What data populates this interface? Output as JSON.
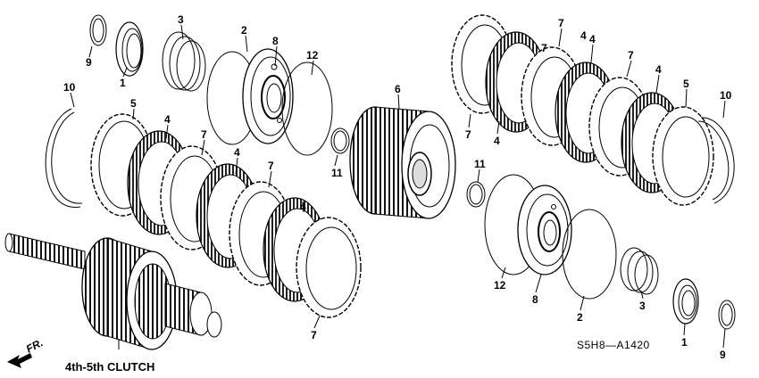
{
  "callouts": {
    "c1a": "9",
    "c1b": "1",
    "c1c": "3",
    "c1d": "2",
    "c1e": "8",
    "c1f": "12",
    "c2a": "10",
    "c2b": "5",
    "c2c": "4",
    "c2d": "7",
    "c2e": "4",
    "c2f": "7",
    "c2g": "4",
    "c2h": "7",
    "c2i": "6",
    "c2j": "11",
    "c3a": "7",
    "c3b": "4",
    "c3c": "7",
    "c3d": "4",
    "c3e": "7",
    "c3f": "4",
    "c3g": "7",
    "c3h": "4",
    "c3i": "5",
    "c3j": "10",
    "c3k": "11",
    "c4a": "12",
    "c4b": "8",
    "c4c": "2",
    "c4d": "3",
    "c4e": "1",
    "c4f": "9"
  },
  "caption": "4th-5th CLUTCH",
  "direction_label": "FR.",
  "part_code": "S5H8—A1420"
}
